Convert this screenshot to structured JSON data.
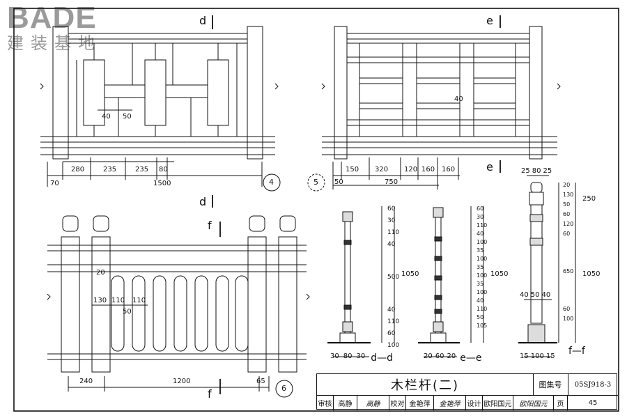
{
  "watermark": {
    "brand": "BADE",
    "subtitle": "建装基地"
  },
  "section_marks": {
    "d": "d",
    "e": "e",
    "f": "f"
  },
  "callouts": {
    "c4": "4",
    "c5": "5",
    "c6": "6"
  },
  "section_labels": {
    "dd": "d—d",
    "ee": "e—e",
    "ff": "f—f"
  },
  "dims": {
    "d_40": "40",
    "d_50": "50",
    "d_280": "280",
    "d_235a": "235",
    "d_235b": "235",
    "d_80": "80",
    "d_70": "70",
    "d_1500": "1500",
    "e_40": "40",
    "e_150": "150",
    "e_320": "320",
    "e_120": "120",
    "e_160a": "160",
    "e_160b": "160",
    "e_50": "50",
    "e_750": "750",
    "f_20": "20",
    "f_130": "130",
    "f_110a": "110",
    "f_110b": "110",
    "f_50": "50",
    "f_240": "240",
    "f_1200": "1200",
    "f_65": "65",
    "s1": [
      "60",
      "30",
      "110",
      "40",
      "500",
      "40",
      "110",
      "60",
      "100"
    ],
    "s1_total": "1050",
    "s1_bottom": [
      "30",
      "80",
      "30"
    ],
    "s2": [
      "60",
      "30",
      "110",
      "40",
      "100",
      "35",
      "100",
      "35",
      "100",
      "35",
      "100",
      "40",
      "110",
      "50",
      "105"
    ],
    "s2_total": "1050",
    "s2_bottom": [
      "20",
      "60",
      "20"
    ],
    "s3_top": [
      "25",
      "80",
      "25"
    ],
    "s3": [
      "20",
      "130",
      "50",
      "60",
      "120",
      "60",
      "650",
      "60",
      "100"
    ],
    "s3_250": "250",
    "s3_1050": "1050",
    "s3_mid": [
      "40",
      "50",
      "40"
    ],
    "s3_bottom": [
      "15",
      "100",
      "15"
    ]
  },
  "title_block": {
    "title": "木栏杆(二)",
    "atlas_label": "图集号",
    "atlas_no": "05SJ918-3",
    "review_label": "审核",
    "review_name": "高静",
    "review_sig": "高静",
    "check_label": "校对",
    "check_name": "金艳萍",
    "check_sig": "金艳萍",
    "design_label": "设计",
    "design_name": "欧阳国元",
    "design_sig": "欧阳国元",
    "page_label": "页",
    "page_no": "45"
  }
}
